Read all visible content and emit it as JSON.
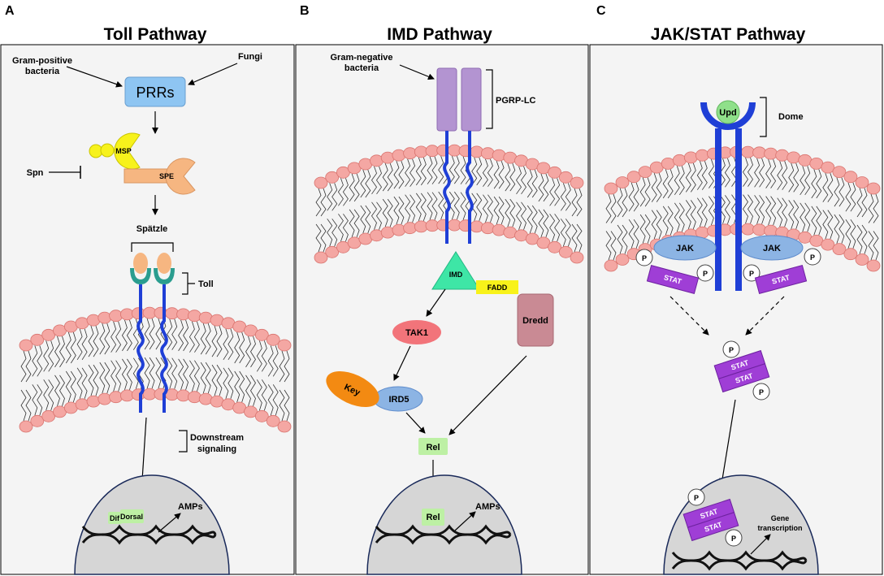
{
  "panels": [
    {
      "letter": "A",
      "title": "Toll Pathway"
    },
    {
      "letter": "B",
      "title": "IMD Pathway"
    },
    {
      "letter": "C",
      "title": "JAK/STAT Pathway"
    }
  ],
  "toll": {
    "gram_positive": [
      "Gram-positive",
      "bacteria"
    ],
    "fungi": "Fungi",
    "prrs": "PRRs",
    "msp": "MSP",
    "spe": "SPE",
    "spn": "Spn",
    "spatzle": "Spätzle",
    "toll": "Toll",
    "downstream": [
      "Downstream",
      "signaling"
    ],
    "dif": "Dif",
    "dorsal": "Dorsal",
    "amps": "AMPs"
  },
  "imd": {
    "gram_negative": [
      "Gram-negative",
      "bacteria"
    ],
    "pgrp": "PGRP-LC",
    "imd": "IMD",
    "fadd": "FADD",
    "tak1": "TAK1",
    "dredd": "Dredd",
    "key": "Key",
    "ird5": "IRD5",
    "rel": "Rel",
    "rel_nucleus": "Rel",
    "amps": "AMPs"
  },
  "jak": {
    "upd": "Upd",
    "dome": "Dome",
    "jak": "JAK",
    "stat": "STAT",
    "p": "P",
    "gene": [
      "Gene",
      "transcription"
    ]
  },
  "colors": {
    "prr": "#8ec5f2",
    "msp": "#f7f21c",
    "spe": "#f6b681",
    "toll_head": "#f6b681",
    "toll_cup": "#2a9d8f",
    "helix": "#1f3fd6",
    "lipid": "#f4a7a3",
    "pgrp": "#b394d1",
    "imd": "#3ee6a6",
    "fadd": "#f8f21a",
    "tak1": "#f2747a",
    "dredd": "#c98a94",
    "key": "#f38a12",
    "ird5": "#8cb4e4",
    "rel": "#bdf0a4",
    "upd": "#8fe08a",
    "jak": "#8cb4e4",
    "stat": "#9f3ed6",
    "nucleus": "#d6d6d6"
  }
}
